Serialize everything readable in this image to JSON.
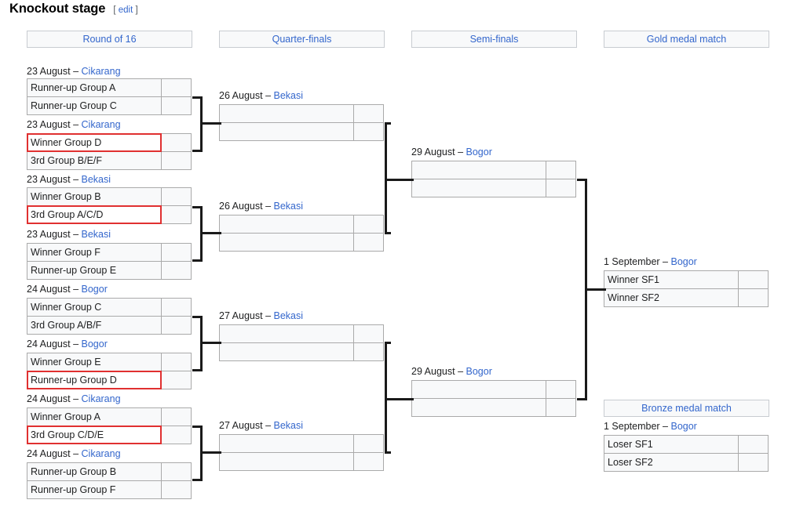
{
  "heading": {
    "title": "Knockout stage",
    "edit_open": "[ ",
    "edit_label": "edit",
    "edit_close": " ]"
  },
  "rounds": [
    {
      "id": "r16",
      "label": "Round of 16"
    },
    {
      "id": "qf",
      "label": "Quarter-finals"
    },
    {
      "id": "sf",
      "label": "Semi-finals"
    },
    {
      "id": "gold",
      "label": "Gold medal match"
    },
    {
      "id": "bronze",
      "label": "Bronze medal match"
    }
  ],
  "matches": {
    "r16_1": {
      "date": "23 August",
      "dash": " – ",
      "venue": "Cikarang",
      "home": "Runner-up Group A",
      "home_score": "",
      "home_highlight": false,
      "away": "Runner-up Group C",
      "away_score": "",
      "away_highlight": false
    },
    "r16_2": {
      "date": "23 August",
      "dash": " – ",
      "venue": "Cikarang",
      "home": "Winner Group D",
      "home_score": "",
      "home_highlight": true,
      "away": "3rd Group B/E/F",
      "away_score": "",
      "away_highlight": false
    },
    "r16_3": {
      "date": "23 August",
      "dash": " – ",
      "venue": "Bekasi",
      "home": "Winner Group B",
      "home_score": "",
      "home_highlight": false,
      "away": "3rd Group A/C/D",
      "away_score": "",
      "away_highlight": true
    },
    "r16_4": {
      "date": "23 August",
      "dash": " – ",
      "venue": "Bekasi",
      "home": "Winner Group F",
      "home_score": "",
      "home_highlight": false,
      "away": "Runner-up Group E",
      "away_score": "",
      "away_highlight": false
    },
    "r16_5": {
      "date": "24 August",
      "dash": " – ",
      "venue": "Bogor",
      "home": "Winner Group C",
      "home_score": "",
      "home_highlight": false,
      "away": "3rd Group A/B/F",
      "away_score": "",
      "away_highlight": false
    },
    "r16_6": {
      "date": "24 August",
      "dash": " – ",
      "venue": "Bogor",
      "home": "Winner Group E",
      "home_score": "",
      "home_highlight": false,
      "away": "Runner-up Group D",
      "away_score": "",
      "away_highlight": true
    },
    "r16_7": {
      "date": "24 August",
      "dash": " – ",
      "venue": "Cikarang",
      "home": "Winner Group A",
      "home_score": "",
      "home_highlight": false,
      "away": "3rd Group C/D/E",
      "away_score": "",
      "away_highlight": true
    },
    "r16_8": {
      "date": "24 August",
      "dash": " – ",
      "venue": "Cikarang",
      "home": "Runner-up Group B",
      "home_score": "",
      "home_highlight": false,
      "away": "Runner-up Group F",
      "away_score": "",
      "away_highlight": false
    },
    "qf_1": {
      "date": "26 August",
      "dash": " – ",
      "venue": "Bekasi",
      "home": "",
      "home_score": "",
      "home_highlight": false,
      "away": "",
      "away_score": "",
      "away_highlight": false
    },
    "qf_2": {
      "date": "26 August",
      "dash": " – ",
      "venue": "Bekasi",
      "home": "",
      "home_score": "",
      "home_highlight": false,
      "away": "",
      "away_score": "",
      "away_highlight": false
    },
    "qf_3": {
      "date": "27 August",
      "dash": " – ",
      "venue": "Bekasi",
      "home": "",
      "home_score": "",
      "home_highlight": false,
      "away": "",
      "away_score": "",
      "away_highlight": false
    },
    "qf_4": {
      "date": "27 August",
      "dash": " – ",
      "venue": "Bekasi",
      "home": "",
      "home_score": "",
      "home_highlight": false,
      "away": "",
      "away_score": "",
      "away_highlight": false
    },
    "sf_1": {
      "date": "29 August",
      "dash": " – ",
      "venue": "Bogor",
      "home": "",
      "home_score": "",
      "home_highlight": false,
      "away": "",
      "away_score": "",
      "away_highlight": false
    },
    "sf_2": {
      "date": "29 August",
      "dash": " – ",
      "venue": "Bogor",
      "home": "",
      "home_score": "",
      "home_highlight": false,
      "away": "",
      "away_score": "",
      "away_highlight": false
    },
    "gold_1": {
      "date": "1 September",
      "dash": " – ",
      "venue": "Bogor",
      "home": "Winner SF1",
      "home_score": "",
      "home_highlight": false,
      "away": "Winner SF2",
      "away_score": "",
      "away_highlight": false
    },
    "bronze_1": {
      "date": "1 September",
      "dash": " – ",
      "venue": "Bogor",
      "home": "Loser SF1",
      "home_score": "",
      "home_highlight": false,
      "away": "Loser SF2",
      "away_score": "",
      "away_highlight": false
    }
  },
  "colors": {
    "link": "#3366cc",
    "highlight_border": "#e03030",
    "cell_bg": "#f8f9fa",
    "cell_border": "#aaaaaa",
    "connector": "#1a1a1a"
  }
}
